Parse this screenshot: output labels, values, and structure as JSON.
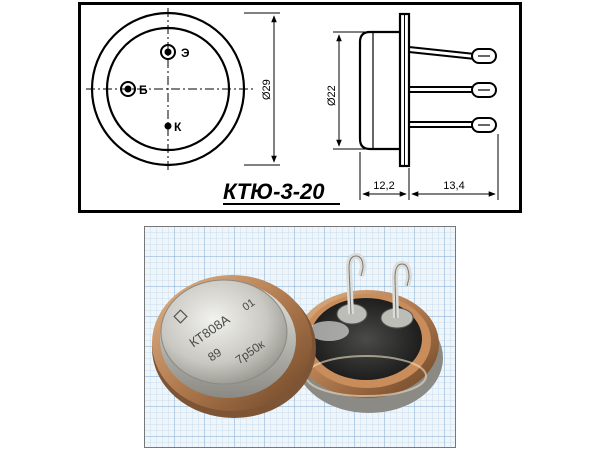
{
  "drawing": {
    "title": "КТЮ-3-20",
    "dimensions": {
      "outer_diameter": "Ø29",
      "body_diameter": "Ø22",
      "body_height": "12,2",
      "lead_length": "13,4"
    },
    "pins": {
      "emitter": "Э",
      "base": "Б",
      "collector": "К"
    }
  },
  "photo": {
    "marking_part": "КТ808А",
    "marking_code": "01",
    "marking_year": "89",
    "marking_price": "7р50к"
  }
}
